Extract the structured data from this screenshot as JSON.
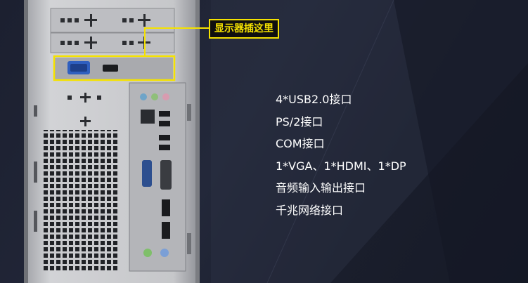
{
  "callout": {
    "label": "显示器插这里",
    "color": "#f5e200"
  },
  "specs": [
    "4*USB2.0接口",
    "PS/2接口",
    "COM接口",
    "1*VGA、1*HDMI、1*DP",
    "音频输入输出接口",
    "千兆网络接口"
  ],
  "colors": {
    "background": "#1e2232",
    "chassis": "#c8c9cc",
    "highlight": "#f5e200",
    "text": "#ffffff"
  },
  "icons": [
    "vga-port-icon",
    "hdmi-port-icon",
    "usb-port-icon",
    "serial-port-icon",
    "ps2-port-icon",
    "audio-jack-icon",
    "ethernet-port-icon"
  ]
}
